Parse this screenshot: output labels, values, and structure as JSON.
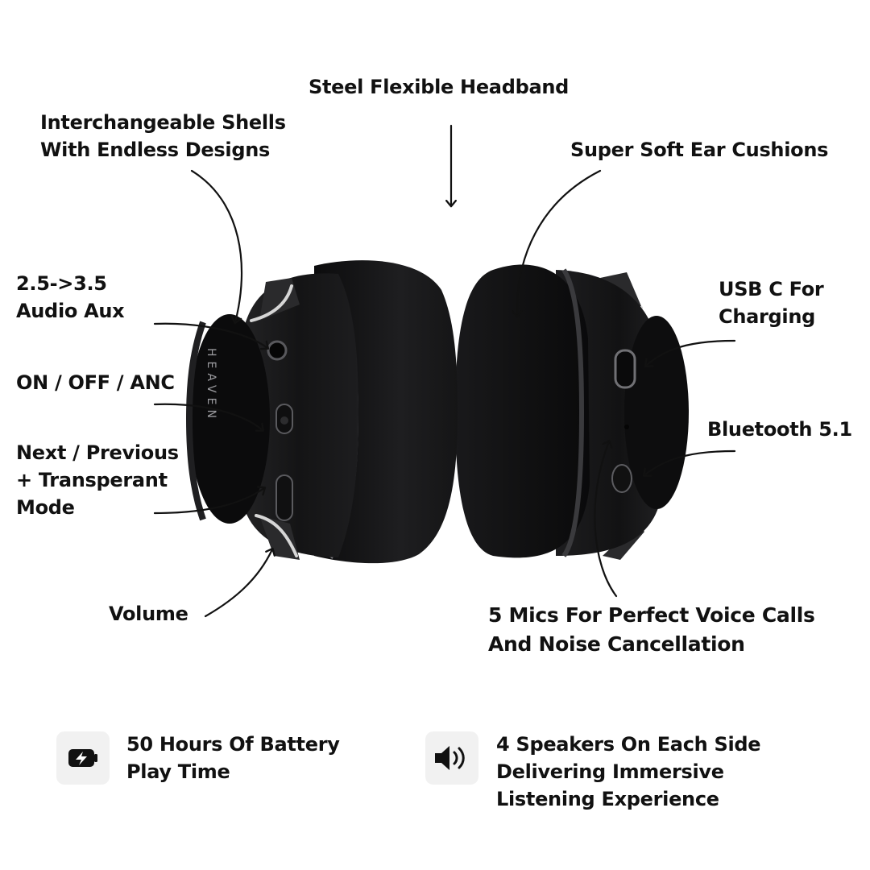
{
  "brand_text": "HEAVEN",
  "callouts": {
    "headband": "Steel Flexible Headband",
    "shells": [
      "Interchangeable Shells",
      "With Endless Designs"
    ],
    "cushions": "Super Soft Ear Cushions",
    "aux": [
      "2.5->3.5",
      "Audio Aux"
    ],
    "usb": [
      "USB C For",
      "Charging"
    ],
    "power": "ON / OFF / ANC",
    "bluetooth": "Bluetooth 5.1",
    "next": [
      "Next / Previous",
      "+ Transperant",
      "Mode"
    ],
    "volume": "Volume",
    "mics": [
      "5 Mics For Perfect Voice Calls",
      "And Noise Cancellation"
    ]
  },
  "features": [
    {
      "icon": "battery-charging-icon",
      "lines": [
        "50 Hours Of Battery",
        "Play Time"
      ]
    },
    {
      "icon": "speaker-volume-icon",
      "lines": [
        "4 Speakers On Each Side",
        "Delivering Immersive",
        "Listening Experience"
      ]
    }
  ],
  "colors": {
    "text": "#111111",
    "headphone": "#1b1b1d",
    "icon_bg": "#f1f1f1"
  }
}
